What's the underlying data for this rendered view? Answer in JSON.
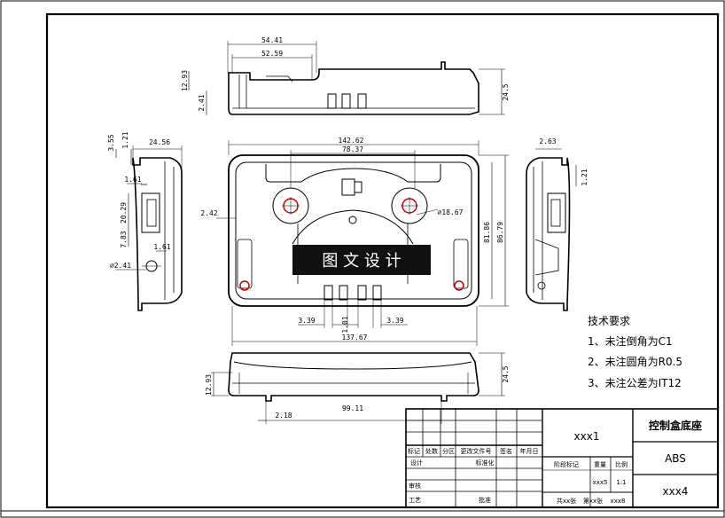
{
  "views": {
    "top": {
      "dims": [
        "54.41",
        "52.59",
        "12.93",
        "2.41",
        "24.5"
      ]
    },
    "front": {
      "dims": [
        "142.62",
        "78.37",
        "2.42",
        "⌀18.67",
        "81.86",
        "86.79",
        "3.39",
        "1.01",
        "3.39",
        "137.67"
      ]
    },
    "left": {
      "dims": [
        "3.55",
        "1.21",
        "24.56",
        "1.61",
        "20.29",
        "7.83",
        "1.61",
        "⌀2.41"
      ]
    },
    "right": {
      "dims": [
        "2.63",
        "1.21"
      ]
    },
    "bottom": {
      "dims": [
        "12.93",
        "24.5",
        "2.18",
        "99.11"
      ]
    }
  },
  "watermark": "图 文 设 计",
  "requirements": {
    "title": "技术要求",
    "items": [
      "1、未注倒角为C1",
      "2、未注圆角为R0.5",
      "3、未注公差为IT12"
    ]
  },
  "title_block": {
    "headers": [
      "标记",
      "处数",
      "分区",
      "更改文件号",
      "签名",
      "年月日"
    ],
    "row_design": "设计",
    "row_standard": "标准化",
    "row_review": "审核",
    "row_process": "工艺",
    "row_approve": "批准",
    "stage_label": "阶段标记",
    "weight_label": "重量",
    "scale_label": "比例",
    "weight_value": "xxx5",
    "scale_value": "1:1",
    "sheet_total": "共xx张",
    "sheet_no": "第xx张",
    "sheet_x8": "xxx8",
    "drawing_name": "控制盒底座",
    "material": "ABS",
    "code_1": "xxx1",
    "code_4": "xxx4"
  }
}
